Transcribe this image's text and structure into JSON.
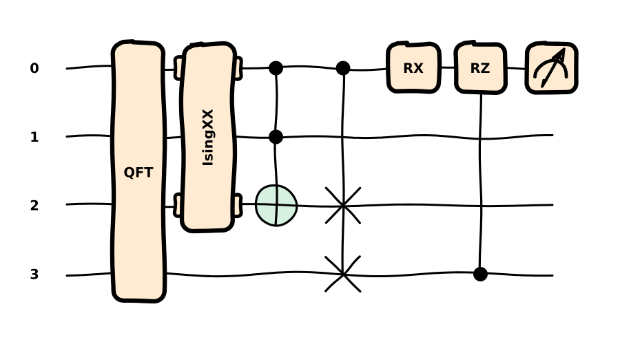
{
  "figure": {
    "type": "quantum-circuit-diagram",
    "style": "sketch",
    "background": "#ffffff",
    "num_wires": 4
  },
  "colors": {
    "gate_fill": "#FFEBD2",
    "target_fill": "#D7F1E0",
    "stroke": "#000000"
  },
  "wires": [
    {
      "label": "0"
    },
    {
      "label": "1"
    },
    {
      "label": "2"
    },
    {
      "label": "3"
    }
  ],
  "gates": [
    {
      "type": "multi-qubit-box",
      "label": "QFT",
      "wires": [
        0,
        1,
        2,
        3
      ]
    },
    {
      "type": "multi-qubit-box",
      "label": "IsingXX",
      "wires": [
        0,
        2
      ],
      "label_rotated": true
    },
    {
      "type": "toffoli",
      "label": "",
      "controls": [
        0,
        1
      ],
      "target": 2
    },
    {
      "type": "controlled-swap",
      "label": "",
      "control": 0,
      "swaps": [
        2,
        3
      ]
    },
    {
      "type": "box",
      "label": "RX",
      "wires": [
        0
      ]
    },
    {
      "type": "controlled-box",
      "label": "RZ",
      "wires": [
        0
      ],
      "control": 3
    },
    {
      "type": "measurement",
      "label": "",
      "wire": 0
    }
  ]
}
